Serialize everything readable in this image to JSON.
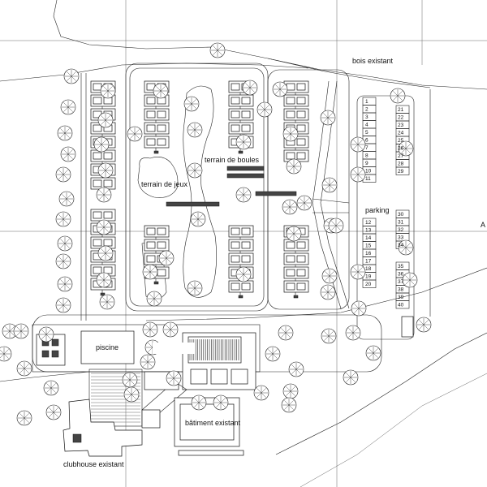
{
  "labels": {
    "bois_existant": "bois existant",
    "terrain_de_jeux": "terrain de jeux",
    "terrain_de_boules": "terrain de boules",
    "parking": "parking",
    "piscine": "piscine",
    "batiment_existant": "bâtiment existant",
    "clubhouse_existant": "clubhouse existant",
    "edge_mark": "A"
  },
  "parking_numbers": {
    "col1": [
      "1",
      "2",
      "3",
      "4",
      "5",
      "6",
      "7",
      "8",
      "9",
      "10",
      "11",
      "12",
      "13",
      "14",
      "15",
      "16",
      "17",
      "18",
      "19",
      "20"
    ],
    "col2": [
      "21",
      "22",
      "23",
      "24",
      "25",
      "26",
      "27",
      "28",
      "29",
      "30",
      "31",
      "32",
      "33",
      "34",
      "35",
      "36",
      "37",
      "38",
      "39",
      "40"
    ]
  }
}
